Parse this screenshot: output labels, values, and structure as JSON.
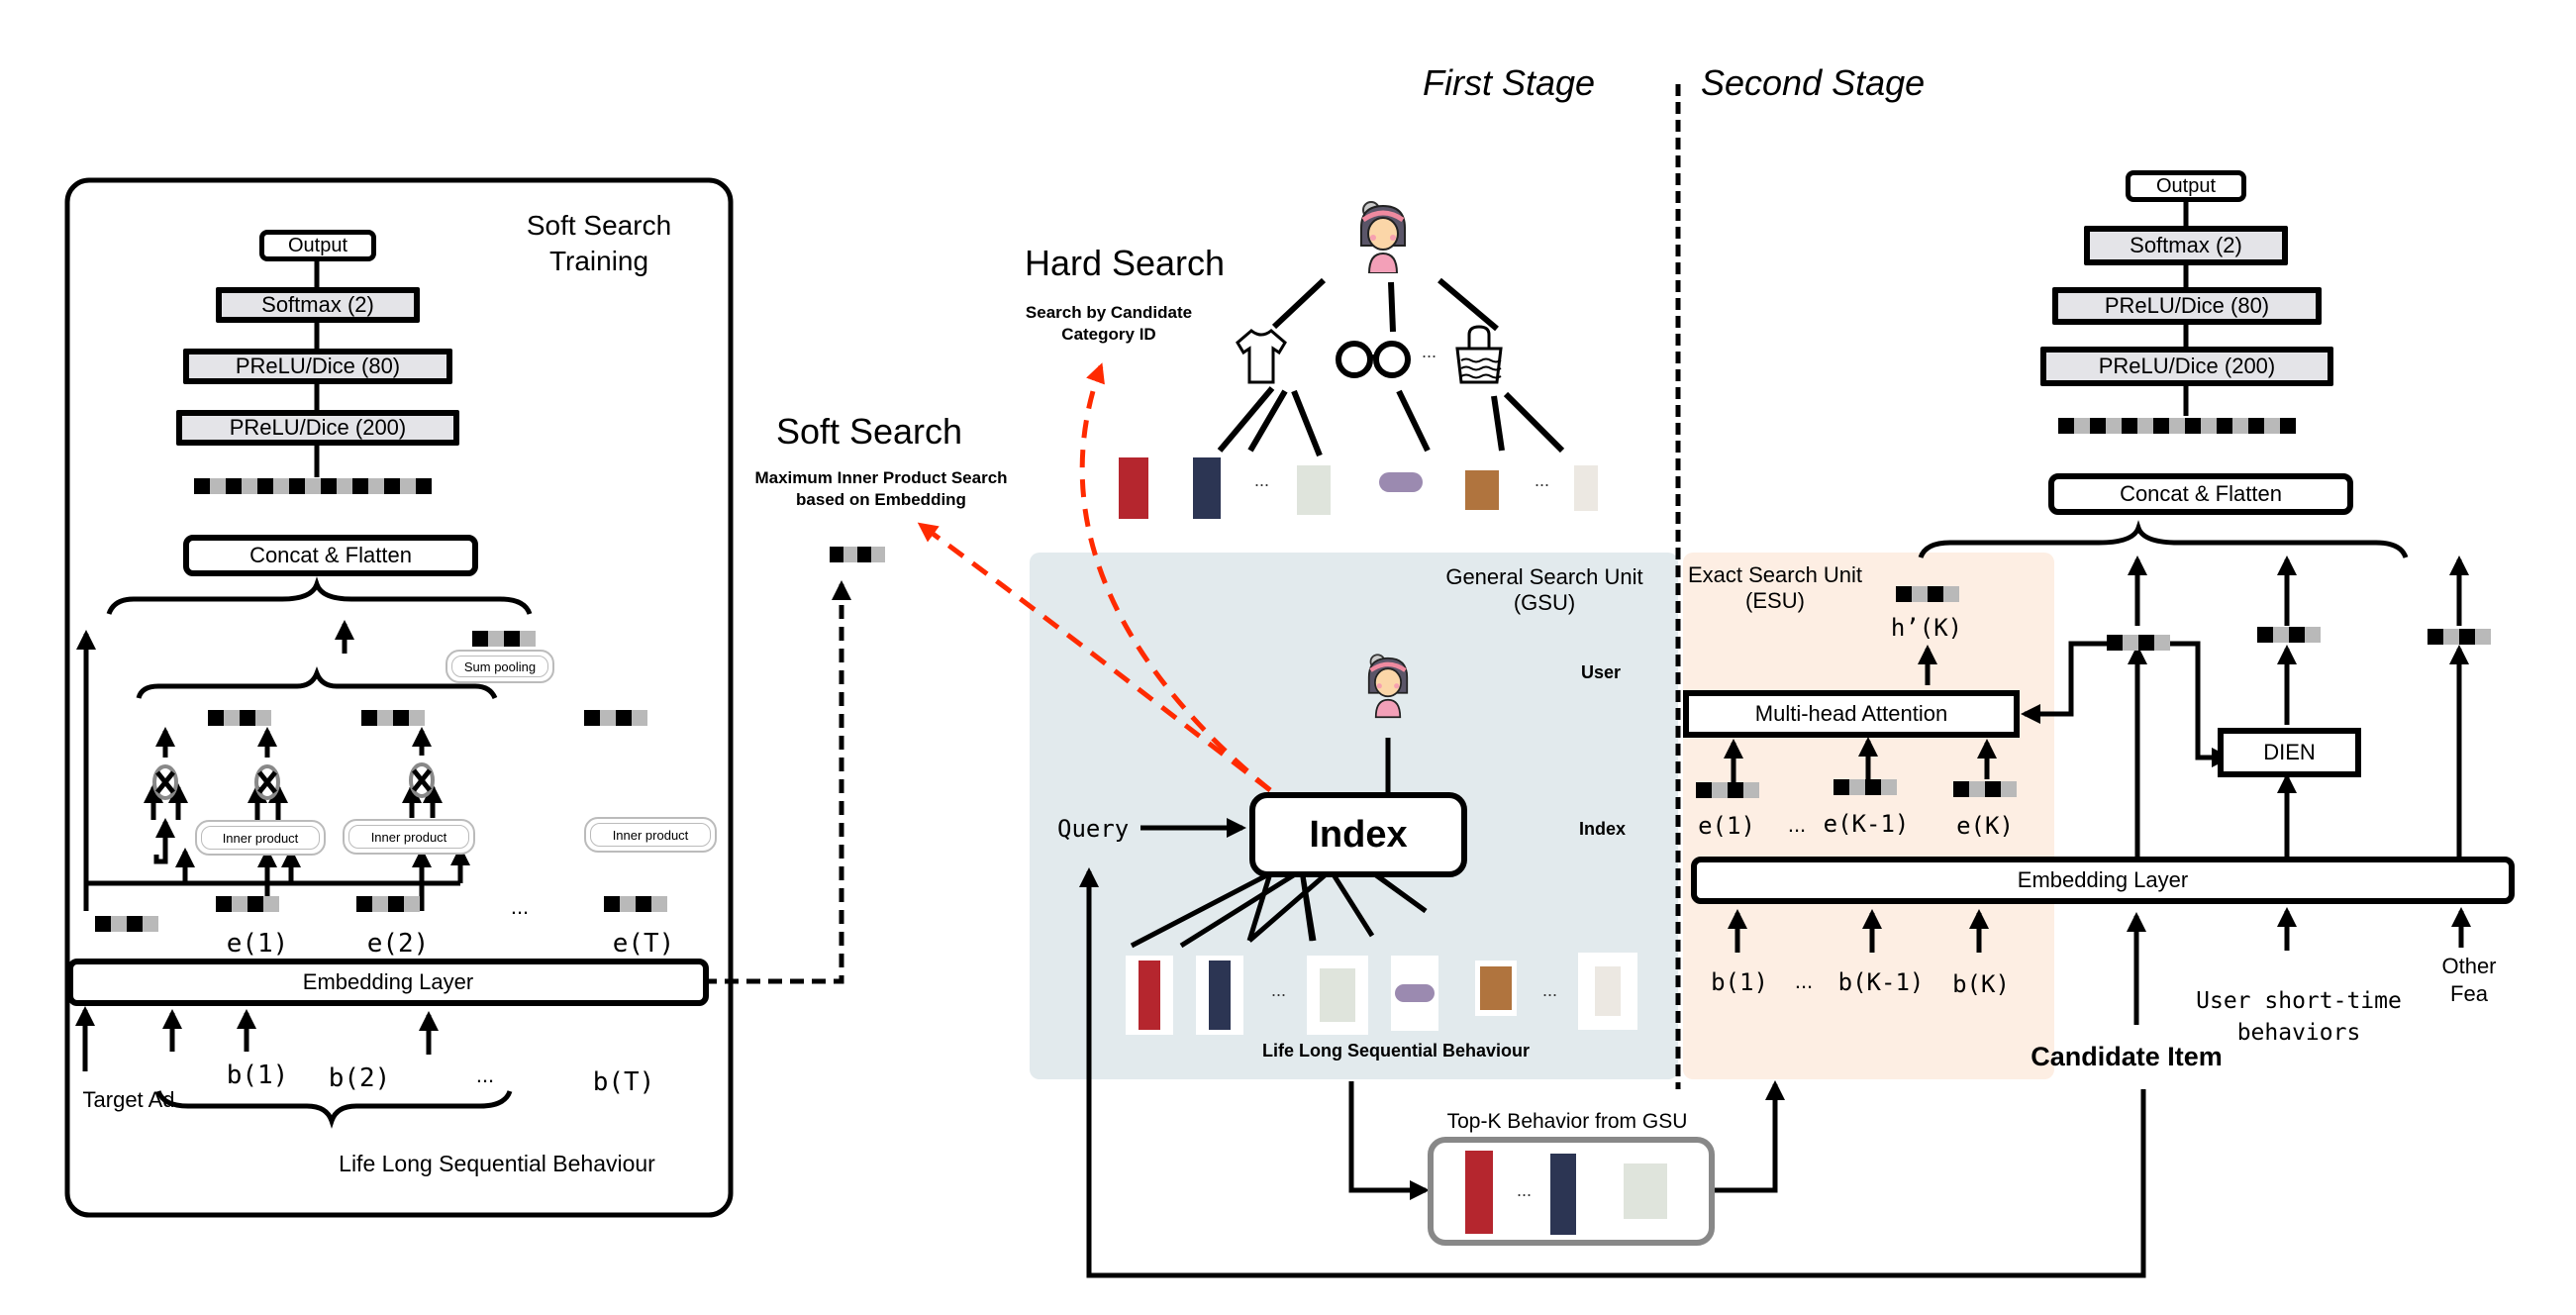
{
  "colors": {
    "gsu_bg": "#e2eaed",
    "esu_bg": "#fdeee3",
    "soft_search_arrow": "#ff2a00",
    "layer_fill": "#e4e4e8",
    "vector_dark": "#000000",
    "vector_light": "#b9b9b9"
  },
  "stages": {
    "first": "First Stage",
    "second": "Second Stage"
  },
  "soft_search_training": {
    "title_line1": "Soft Search",
    "title_line2": "Training",
    "output": "Output",
    "softmax": "Softmax (2)",
    "prelu80": "PReLU/Dice (80)",
    "prelu200": "PReLU/Dice (200)",
    "concat": "Concat & Flatten",
    "sum_pooling": "Sum pooling",
    "inner_product": "Inner product",
    "embeddings": [
      "e(1)",
      "e(2)",
      "...",
      "e(T)"
    ],
    "embedding_layer": "Embedding Layer",
    "target_ad": "Target Ad",
    "behaviors": [
      "b(1)",
      "b(2)",
      "...",
      "b(T)"
    ],
    "sequence_label": "Life Long Sequential Behaviour"
  },
  "soft_search": {
    "title": "Soft Search",
    "subtitle_line1": "Maximum Inner Product Search",
    "subtitle_line2": "based on Embedding"
  },
  "hard_search": {
    "title": "Hard Search",
    "subtitle_line1": "Search by Candidate",
    "subtitle_line2": "Category ID",
    "categories": [
      "t-shirt-icon",
      "glasses-icon",
      "bag-icon"
    ],
    "ellipsis": "..."
  },
  "gsu": {
    "title_line1": "General Search Unit",
    "title_line2": "(GSU)",
    "user_label": "User",
    "index_side_label": "Index",
    "index_box": "Index",
    "query": "Query",
    "sequence_label": "Life Long Sequential Behaviour",
    "ellipsis": "..."
  },
  "topk": {
    "label": "Top-K Behavior from GSU",
    "ellipsis": "..."
  },
  "esu": {
    "title_line1": "Exact Search Unit",
    "title_line2": "(ESU)",
    "h_label": "h’(K)",
    "attention": "Multi-head Attention",
    "embeddings": [
      "e(1)",
      "...",
      "e(K-1)",
      "e(K)"
    ],
    "behaviors": [
      "b(1)",
      "...",
      "b(K-1)",
      "b(K)"
    ]
  },
  "second_stage": {
    "output": "Output",
    "softmax": "Softmax (2)",
    "prelu80": "PReLU/Dice (80)",
    "prelu200": "PReLU/Dice (200)",
    "concat": "Concat & Flatten",
    "dien": "DIEN",
    "embedding_layer": "Embedding Layer",
    "candidate_item": "Candidate Item",
    "short_time_line1": "User short-time",
    "short_time_line2": "behaviors",
    "other_line1": "Other",
    "other_line2": "Fea"
  }
}
